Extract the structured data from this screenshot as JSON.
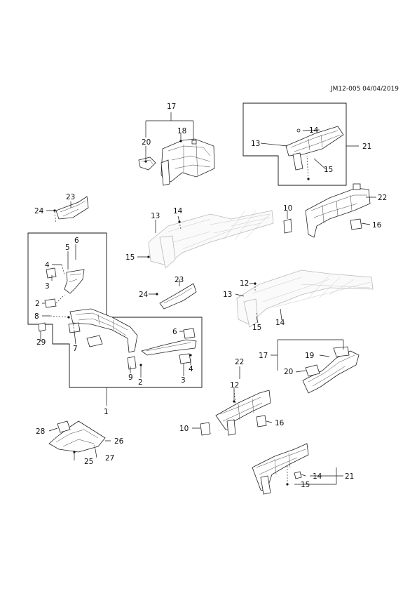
{
  "header": {
    "reference": "JM12-005 04/04/2019"
  },
  "callouts": {
    "n1": "1",
    "n2a": "2",
    "n2b": "2",
    "n3a": "3",
    "n3b": "3",
    "n4a": "4",
    "n4b": "4",
    "n5": "5",
    "n6a": "6",
    "n6b": "6",
    "n7": "7",
    "n8": "8",
    "n9": "9",
    "n10a": "10",
    "n10b": "10",
    "n12a": "12",
    "n12b": "12",
    "n13a": "13",
    "n13b": "13",
    "n13c": "13",
    "n14a": "14",
    "n14b": "14",
    "n14c": "14",
    "n14d": "14",
    "n15a": "15",
    "n15b": "15",
    "n15c": "15",
    "n15d": "15",
    "n16a": "16",
    "n16b": "16",
    "n17a": "17",
    "n17b": "17",
    "n18": "18",
    "n19": "19",
    "n20a": "20",
    "n20b": "20",
    "n21a": "21",
    "n21b": "21",
    "n22a": "22",
    "n22b": "22",
    "n23a": "23",
    "n23b": "23",
    "n24a": "24",
    "n24b": "24",
    "n25": "25",
    "n26": "26",
    "n27": "27",
    "n28": "28",
    "n29": "29"
  }
}
